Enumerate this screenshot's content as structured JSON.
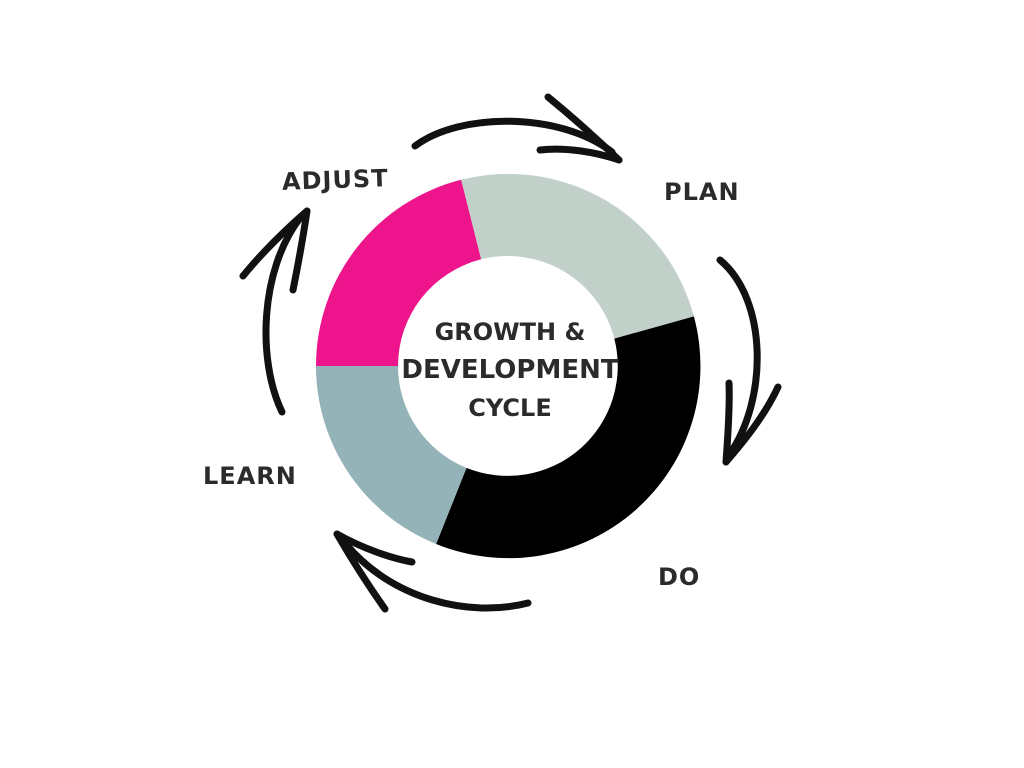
{
  "diagram": {
    "center_title_lines": [
      "GROWTH  &",
      "DEVELOPMENT",
      "CYCLE"
    ],
    "stages": [
      {
        "id": "plan",
        "label": "PLAN"
      },
      {
        "id": "do",
        "label": "DO"
      },
      {
        "id": "learn",
        "label": "LEARN"
      },
      {
        "id": "adjust",
        "label": "ADJUST"
      }
    ],
    "ring_segment_colors": {
      "plan": "#c1d1ca",
      "do": "#000000",
      "learn": "#94b3b8",
      "adjust": "#ee148c"
    },
    "arrow_color": "#111111"
  }
}
